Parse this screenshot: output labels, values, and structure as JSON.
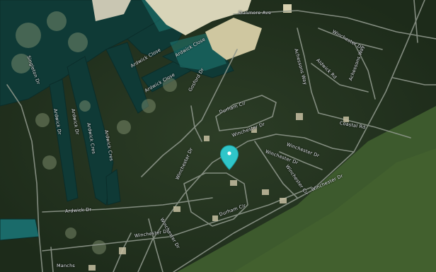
{
  "map": {
    "type": "satellite",
    "pin": {
      "icon": "location-pin-icon",
      "color": "#2fc6c9"
    },
    "street_labels": [
      "Singleton Dr",
      "Ardwick Close",
      "Ardwick Close",
      "Ardwick Close",
      "Ardwick Dr",
      "Ardwick Dr",
      "Ardwick Cres",
      "Ardwick Dr",
      "Ardwick Cres",
      "Dunmore Ave",
      "Durham Cir",
      "Winchester Dr",
      "Winchester Dr",
      "Winchester Dr",
      "Winchester Cir",
      "Winchester Dr",
      "Winchester Dr",
      "Winchester Dr",
      "Durham Cir",
      "Winchester Dr",
      "Gosford Dr",
      "Achessons Way",
      "Aldwick Rd",
      "Achessons Way",
      "Winchester Dr",
      "Coastal Rd",
      "Manchs"
    ]
  }
}
